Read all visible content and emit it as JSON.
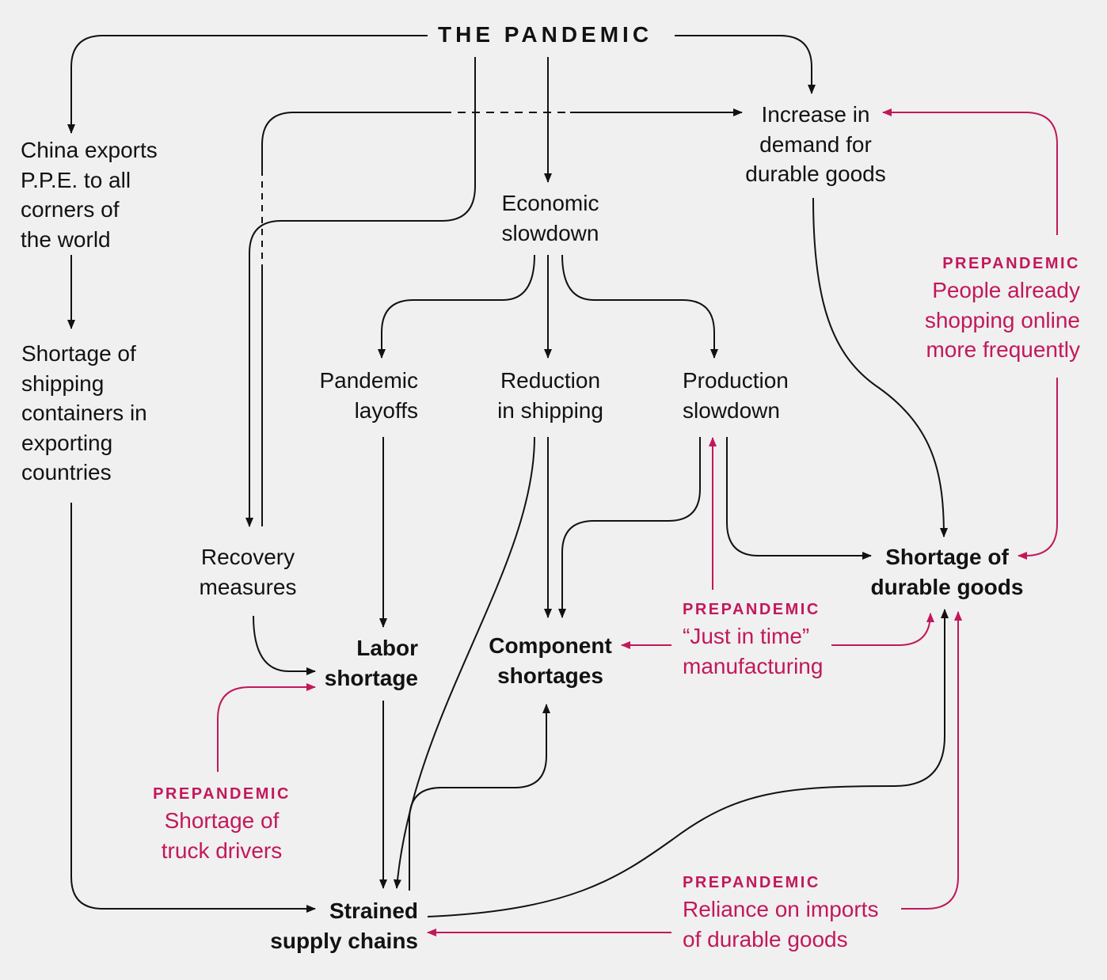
{
  "title": "THE PANDEMIC",
  "colors": {
    "black": "#121212",
    "prepandemic": "#c2185b",
    "background": "#f0f0f0"
  },
  "nodes": {
    "china": [
      "China exports",
      "P.P.E. to all",
      "corners of",
      "the world"
    ],
    "containers": [
      "Shortage of",
      "shipping",
      "containers in",
      "exporting",
      "countries"
    ],
    "economic": [
      "Economic",
      "slowdown"
    ],
    "demand": [
      "Increase in",
      "demand for",
      "durable goods"
    ],
    "layoffs": [
      "Pandemic",
      "layoffs"
    ],
    "reduction": [
      "Reduction",
      "in shipping"
    ],
    "production": [
      "Production",
      "slowdown"
    ],
    "recovery": [
      "Recovery",
      "measures"
    ],
    "labor": [
      "Labor",
      "shortage"
    ],
    "component": [
      "Component",
      "shortages"
    ],
    "durable": [
      "Shortage of",
      "durable goods"
    ],
    "strained": [
      "Strained",
      "supply chains"
    ]
  },
  "prepandemic": {
    "label": "PREPANDEMIC",
    "online": [
      "People already",
      "shopping online",
      "more frequently"
    ],
    "jit": [
      "“Just in time”",
      "manufacturing"
    ],
    "truck": [
      "Shortage of",
      "truck drivers"
    ],
    "imports": [
      "Reliance on imports",
      "of durable goods"
    ]
  }
}
